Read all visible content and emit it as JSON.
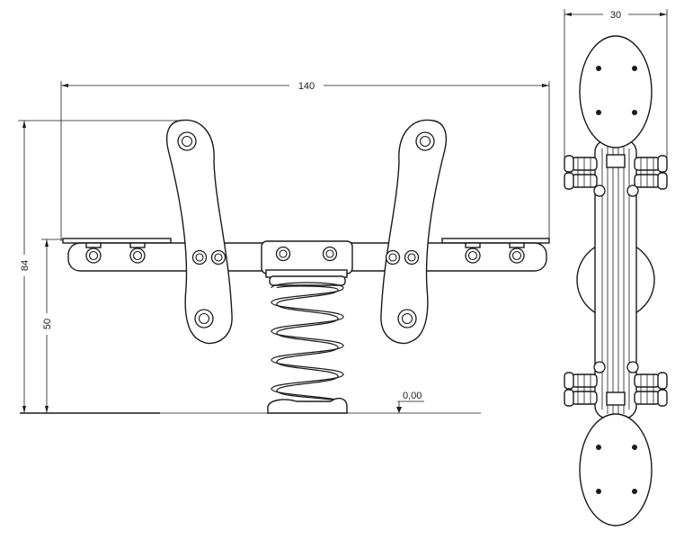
{
  "dimensions": {
    "overall_width": "140",
    "overall_height": "84",
    "seat_height": "50",
    "side_width": "30",
    "ground_level": "0,00"
  },
  "colors": {
    "line": "#1a1a1a",
    "background": "#ffffff"
  }
}
